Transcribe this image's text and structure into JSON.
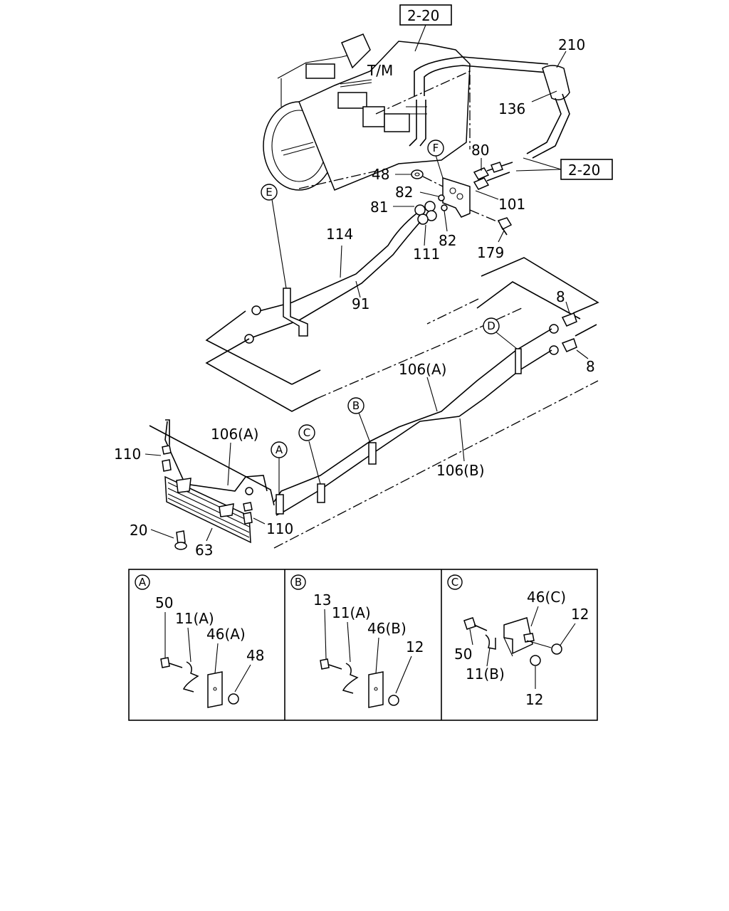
{
  "references": {
    "ref_top": "2-20",
    "ref_right": "2-20"
  },
  "main_labels": {
    "tm": "T/M",
    "p210": "210",
    "p136": "136",
    "p80": "80",
    "p48": "48",
    "p82a": "82",
    "p81": "81",
    "p101": "101",
    "p82b": "82",
    "p111": "111",
    "p179": "179",
    "p114": "114",
    "p91": "91",
    "p8a": "8",
    "p8b": "8",
    "p106a_right": "106(A)",
    "p106a_left": "106(A)",
    "p106b": "106(B)",
    "p110a": "110",
    "p110b": "110",
    "p20": "20",
    "p63": "63"
  },
  "callouts": {
    "E": "E",
    "F": "F",
    "D": "D",
    "B": "B",
    "C": "C",
    "A": "A"
  },
  "detail_boxes": {
    "box_a": {
      "letter": "A",
      "labels": [
        "50",
        "11(A)",
        "46(A)",
        "48"
      ]
    },
    "box_b": {
      "letter": "B",
      "labels": [
        "13",
        "11(A)",
        "46(B)",
        "12"
      ]
    },
    "box_c": {
      "letter": "C",
      "labels": [
        "46(C)",
        "12",
        "50",
        "11(B)",
        "12"
      ]
    }
  }
}
